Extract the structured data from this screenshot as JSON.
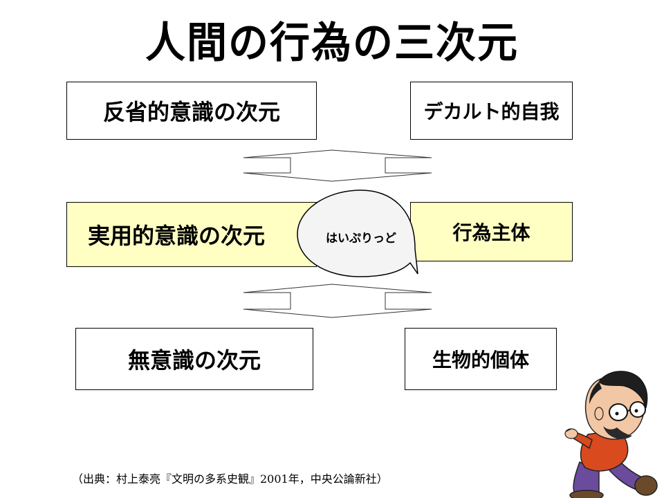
{
  "title": "人間の行為の三次元",
  "diagram": {
    "top_left": "反省的意識の次元",
    "top_right": "デカルト的自我",
    "middle_left": "実用的意識の次元",
    "middle_right": "行為主体",
    "bottom_left": "無意識の次元",
    "bottom_right": "生物的個体",
    "bubble": "はいぷりっど"
  },
  "citation": "（出典：村上泰亮『文明の多系史観』2001年，中央公論新社）",
  "colors": {
    "highlight_fill": "#ffffc4",
    "box_border": "#000000"
  },
  "illustration": "cartoon-man-pointing"
}
